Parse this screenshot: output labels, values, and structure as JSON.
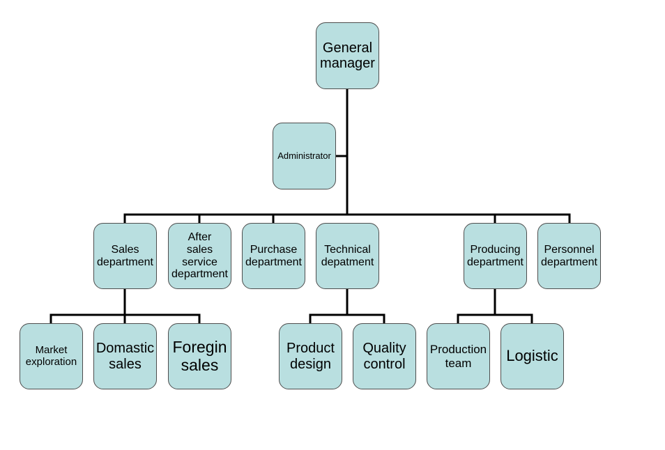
{
  "colors": {
    "box_fill": "#b9dfe0",
    "box_border": "#4d4d4d",
    "line": "#000000"
  },
  "nodes": {
    "general_manager": "General\nmanager",
    "administrator": "Administrator",
    "sales": "Sales\ndepartment",
    "after_sales": "After\nsales\nservice\ndepartment",
    "purchase": "Purchase\ndepartment",
    "technical": "Technical\ndepatment",
    "producing": "Producing\ndepartment",
    "personnel": "Personnel\ndepartment",
    "market": "Market\nexploration",
    "domastic": "Domastic\nsales",
    "foregin": "Foregin\nsales",
    "product_design": "Product\ndesign",
    "quality": "Quality\ncontrol",
    "production_team": "Production\nteam",
    "logistic": "Logistic"
  }
}
